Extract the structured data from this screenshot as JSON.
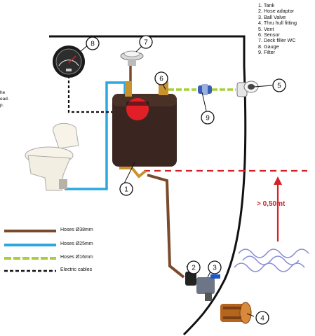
{
  "parts": [
    "1. Tank",
    "2. Hose adaptor",
    "3. Ball Valve",
    "4. Thru hull fitting",
    "5. Vent",
    "6. Sensor",
    "7. Deck filler WC",
    "8. Gauge",
    "9. Filter"
  ],
  "side_note": [
    "he",
    "ead.",
    "p."
  ],
  "callouts": [
    "1",
    "2",
    "3",
    "4",
    "5",
    "6",
    "7",
    "8",
    "9"
  ],
  "height_label": "> 0,50mt",
  "legend": {
    "hose_38": "Hoses Ø38mm",
    "hose_25": "Hoses Ø25mm",
    "hose_16": "Hoses Ø16mm",
    "cables": "Electric cables"
  },
  "colors": {
    "hose_38": "#7a4a2c",
    "hose_25": "#2ba8e0",
    "hose_16": "#a7cf3a",
    "cable": "#111111",
    "height_marker": "#d61f26",
    "tank": "#3a2520",
    "water": "#8b8fd6"
  }
}
